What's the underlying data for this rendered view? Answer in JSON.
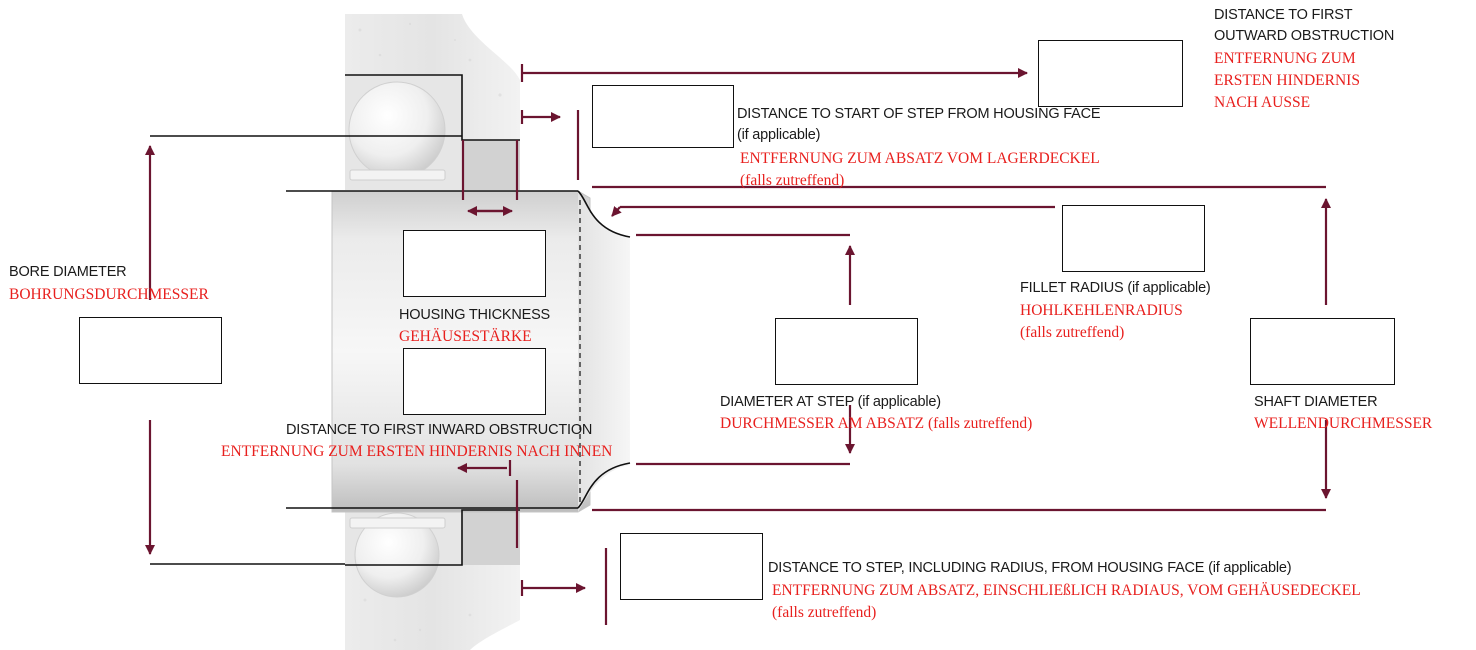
{
  "colors": {
    "arrow": "#6b1530",
    "german_text": "#e8201e",
    "english_text": "#1a1a1a",
    "outline": "#111111"
  },
  "labels": {
    "outward_obstruction": {
      "en1": "DISTANCE TO FIRST",
      "en2": "OUTWARD OBSTRUCTION",
      "de1": "ENTFERNUNG ZUM",
      "de2": "ERSTEN HINDERNIS",
      "de3": "NACH AUSSE"
    },
    "step_from_face": {
      "en1": "DISTANCE TO START OF STEP FROM HOUSING FACE",
      "en2": "(if applicable)",
      "de1": "ENTFERNUNG ZUM ABSATZ VOM LAGERDECKEL",
      "de2": " (falls zutreffend)"
    },
    "bore_diameter": {
      "en": "BORE DIAMETER",
      "de": "BOHRUNGSDURCHMESSER"
    },
    "housing_thickness": {
      "en": "HOUSING THICKNESS",
      "de": "GEHÄUSESTÄRKE"
    },
    "fillet_radius": {
      "en": "FILLET RADIUS (if applicable)",
      "de1": "HOHLKEHLENRADIUS",
      "de2": "(falls zutreffend)"
    },
    "shaft_diameter": {
      "en": "SHAFT DIAMETER",
      "de": "WELLENDURCHMESSER"
    },
    "diameter_at_step": {
      "en": "DIAMETER AT STEP (if applicable)",
      "de": "DURCHMESSER AM ABSATZ (falls zutreffend)"
    },
    "inward_obstruction": {
      "en": "DISTANCE TO FIRST INWARD OBSTRUCTION",
      "de": "ENTFERNUNG ZUM ERSTEN HINDERNIS NACH INNEN"
    },
    "step_incl_radius": {
      "en": "DISTANCE TO STEP, INCLUDING RADIUS,  FROM HOUSING FACE (if applicable)",
      "de1": "ENTFERNUNG ZUM ABSATZ, EINSCHLIEßLICH RADIAUS, VOM GEHÄUSEDECKEL",
      "de2": " (falls zutreffend)"
    }
  }
}
